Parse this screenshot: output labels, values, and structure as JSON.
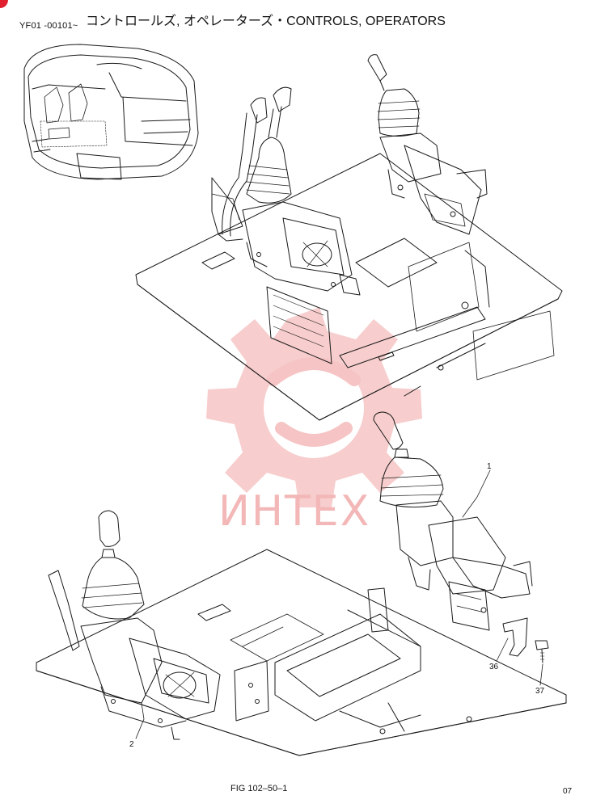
{
  "header": {
    "serial_range": "YF01 -00101~",
    "title": "コントロールズ, オペレーターズ・CONTROLS, OPERATORS"
  },
  "watermark": {
    "text": "ИНТЕХ",
    "color": "#f3b7b7"
  },
  "callouts": [
    {
      "id": "1",
      "text": "1"
    },
    {
      "id": "2",
      "text": "2"
    },
    {
      "id": "36",
      "text": "36"
    },
    {
      "id": "37",
      "text": "37"
    }
  ],
  "footer": {
    "figure_ref": "FIG 102–50–1",
    "page_number": "07"
  },
  "colors": {
    "line": "#1a1a1a",
    "accent": "#e0202e",
    "watermark": "#f3b7b7"
  }
}
